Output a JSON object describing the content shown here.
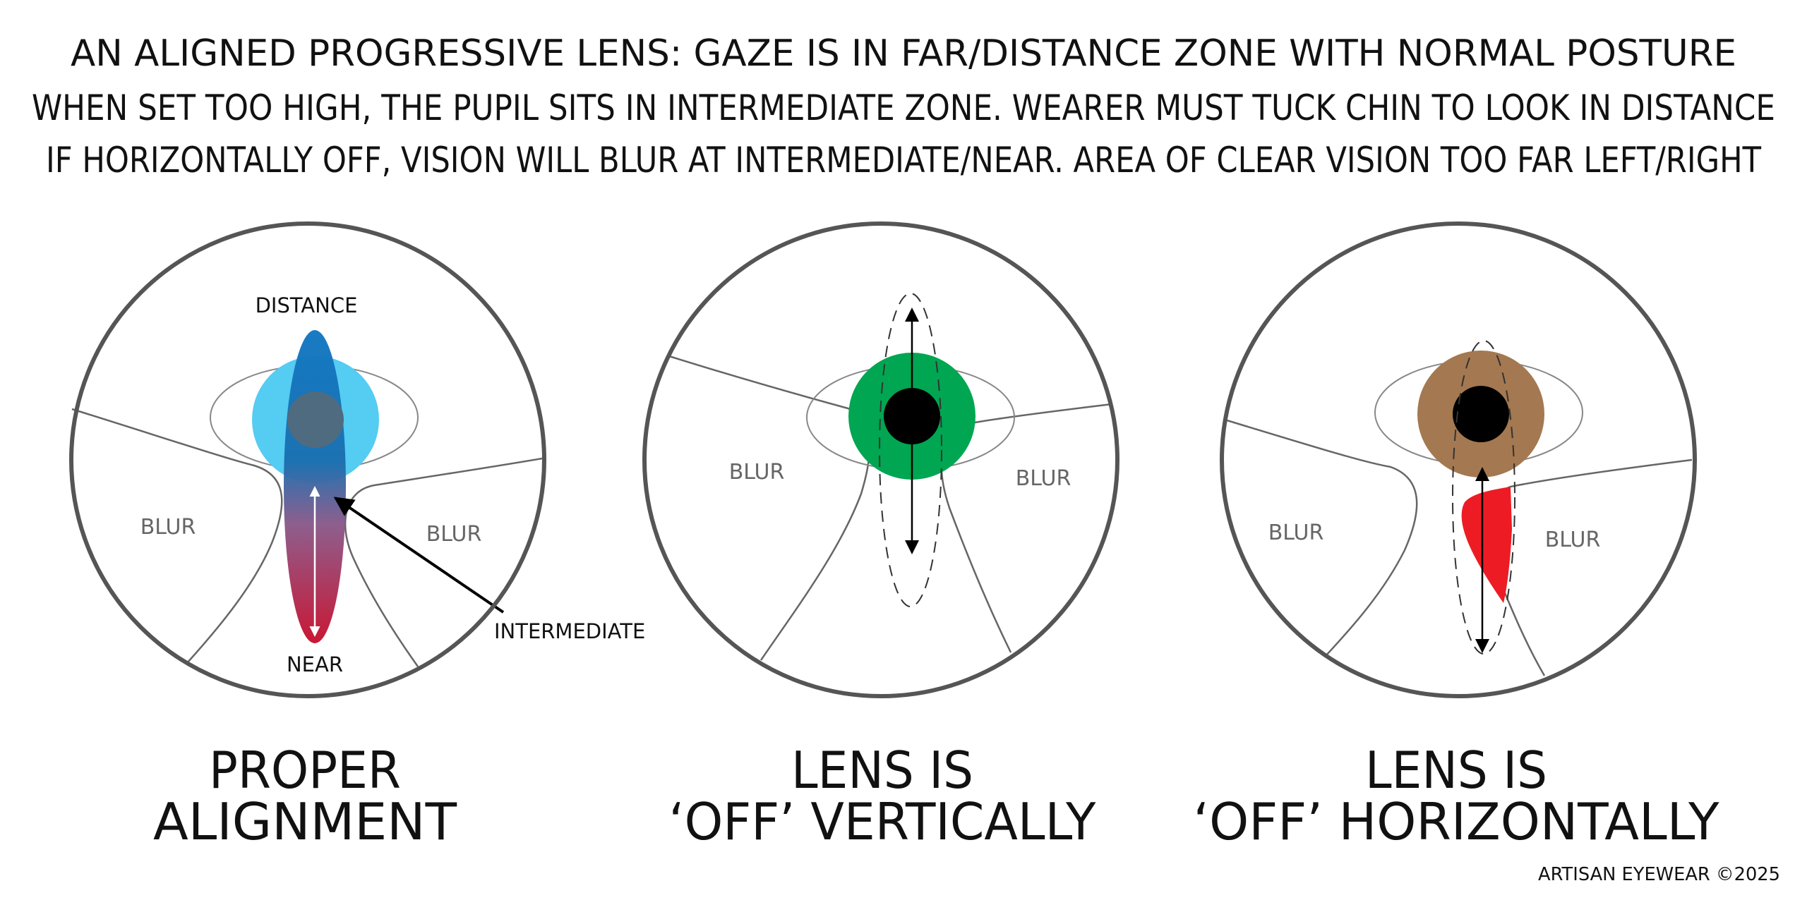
{
  "heading": {
    "line1": "AN ALIGNED PROGRESSIVE LENS: GAZE IS IN FAR/DISTANCE ZONE WITH NORMAL POSTURE",
    "line2": "WHEN SET TOO HIGH, THE PUPIL SITS IN INTERMEDIATE ZONE. WEARER MUST TUCK CHIN TO LOOK IN DISTANCE",
    "line3": "IF HORIZONTALLY OFF, VISION WILL BLUR AT INTERMEDIATE/NEAR. AREA OF CLEAR VISION TOO FAR LEFT/RIGHT"
  },
  "panels": [
    {
      "id": "proper",
      "blur_left": "BLUR",
      "blur_right": "BLUR",
      "label_distance": "DISTANCE",
      "label_intermediate": "INTERMEDIATE",
      "label_near": "NEAR",
      "caption_line1": "PROPER",
      "caption_line2": "ALIGNMENT",
      "iris_color": "#55ccf2",
      "corridor_top_color": "#1177c2",
      "corridor_bottom_color": "#c8102e",
      "pupil_color": "#4f6b80"
    },
    {
      "id": "vertical",
      "blur_left": "BLUR",
      "blur_right": "BLUR",
      "caption_line1": "LENS IS",
      "caption_line2": "‘OFF’ VERTICALLY",
      "iris_color": "#00a651",
      "pupil_color": "#000000"
    },
    {
      "id": "horizontal",
      "blur_left": "BLUR",
      "blur_right": "BLUR",
      "caption_line1": "LENS IS",
      "caption_line2": "‘OFF’ HORIZONTALLY",
      "iris_color": "#a47850",
      "pupil_color": "#000000",
      "blur_patch_color": "#ed1c24"
    }
  ],
  "credit": "ARTISAN EYEWEAR ©2025",
  "colors": {
    "lens_outline": "#555555",
    "zone_line": "#666666",
    "eye_outline": "#888888",
    "text": "#111111",
    "blur_text": "#666666"
  },
  "icons": [
    "arrow-icon",
    "double-arrow-icon"
  ]
}
